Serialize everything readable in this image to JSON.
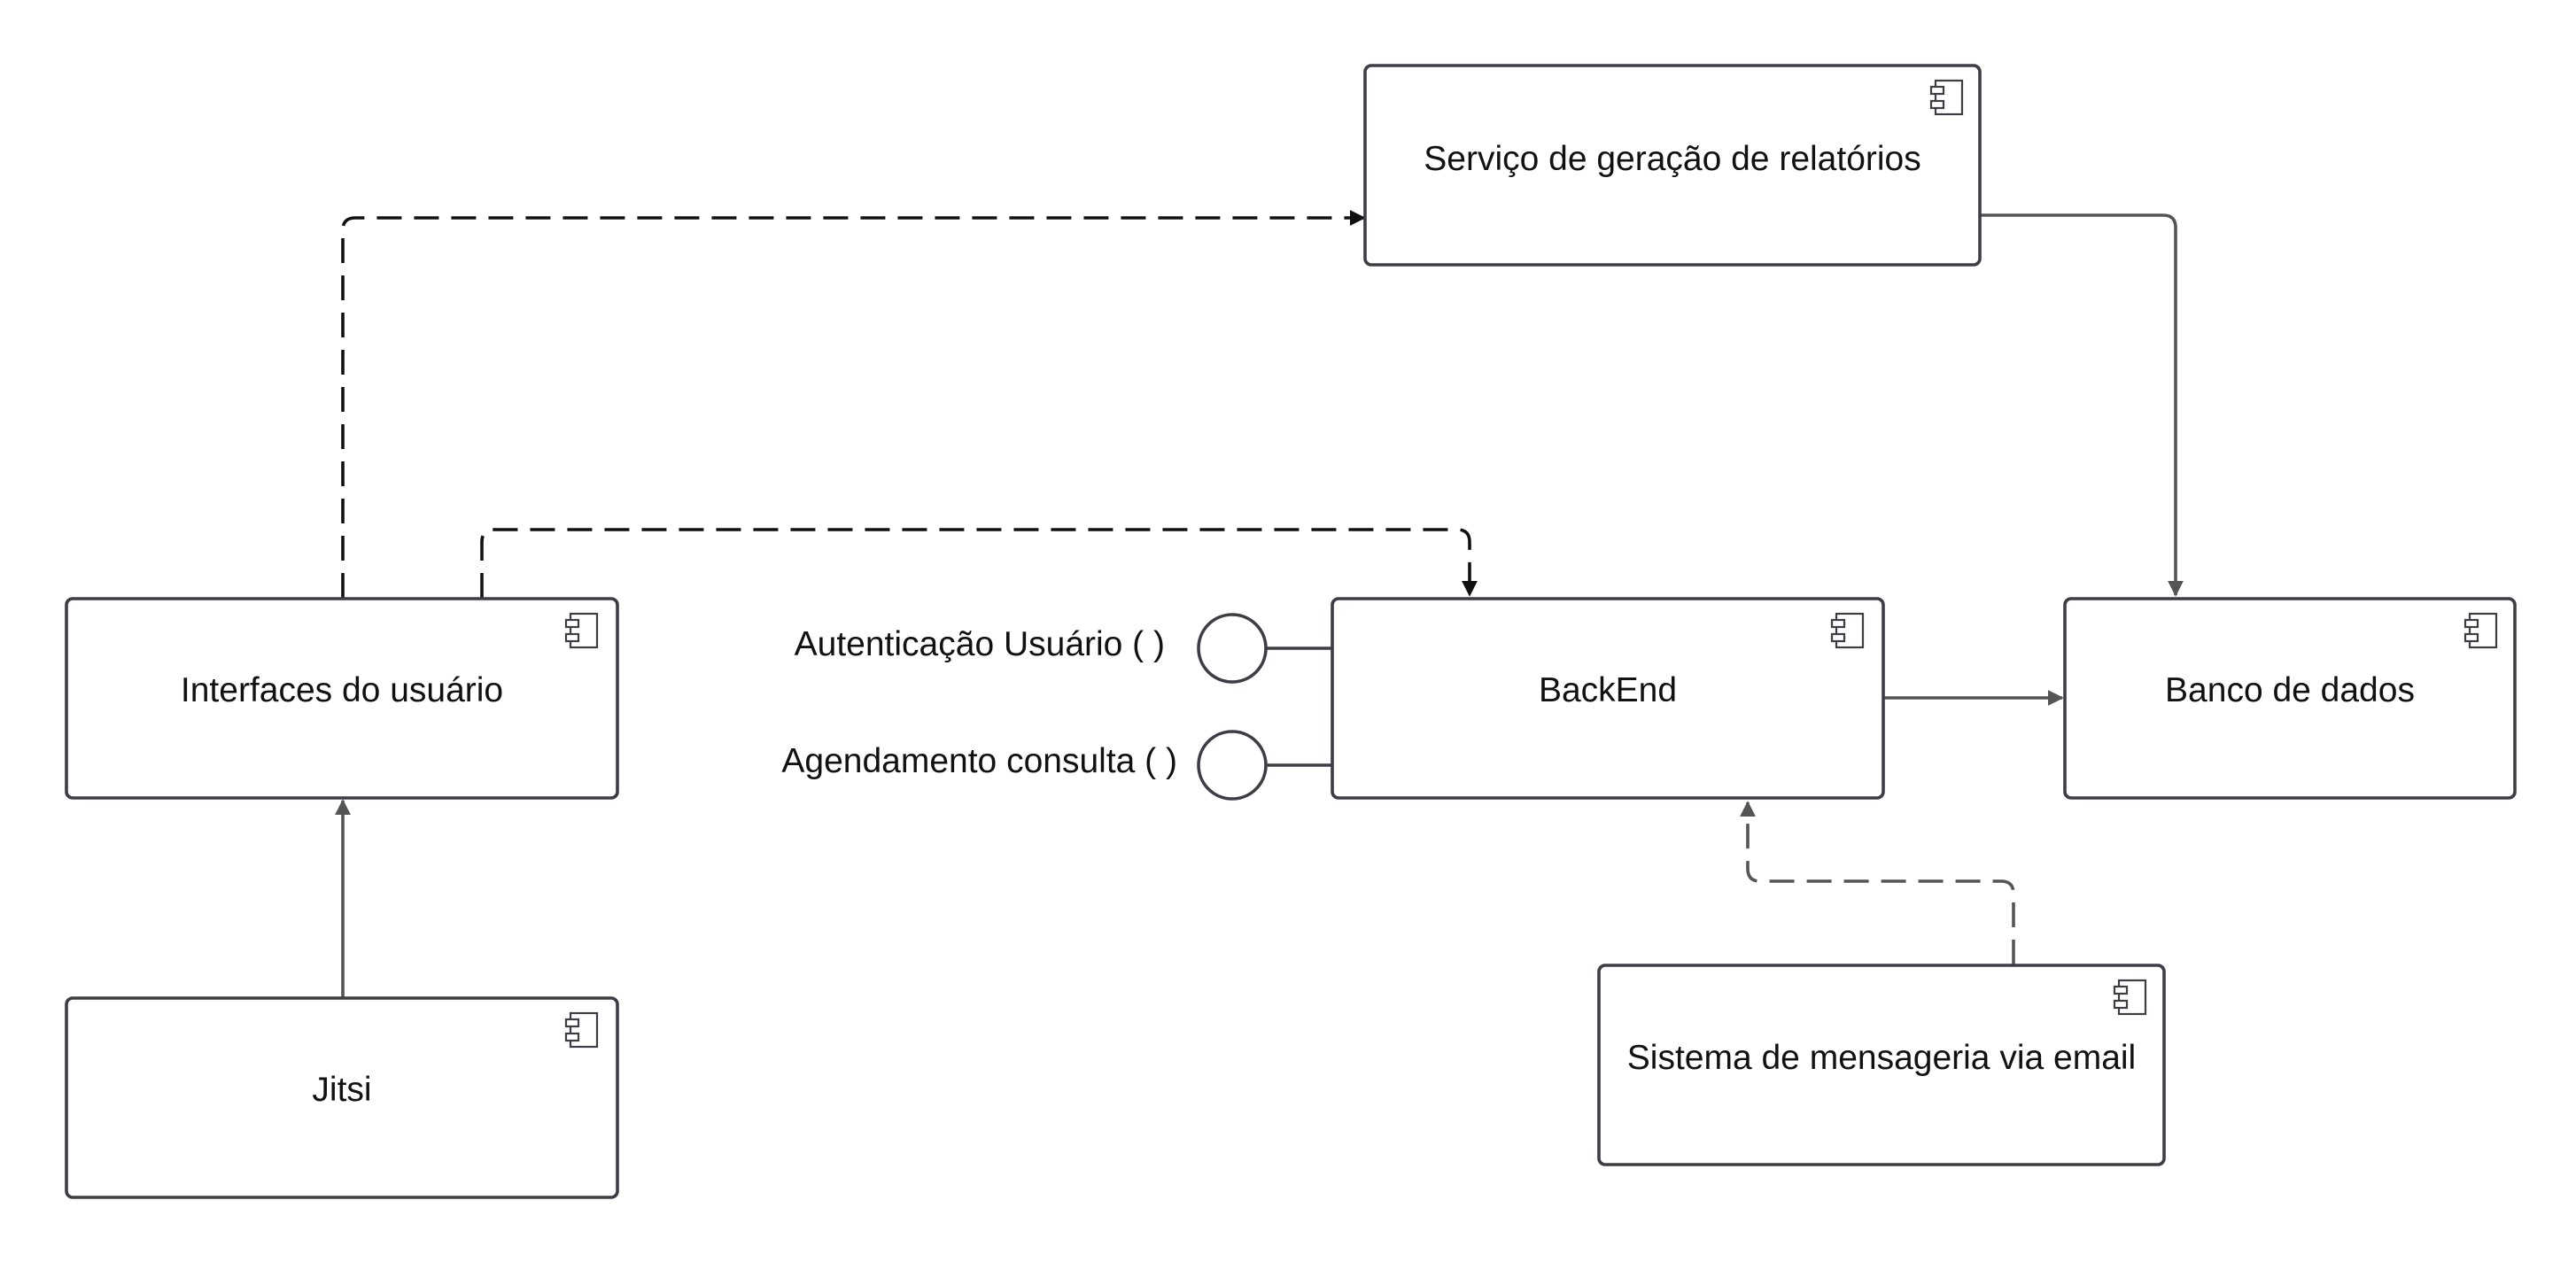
{
  "diagram": {
    "type": "uml-component-diagram",
    "colors": {
      "box_stroke": "#3d3d45",
      "dashed_connector": "#111111",
      "solid_connector": "#555555",
      "text": "#111111",
      "background": "#ffffff"
    },
    "components": {
      "relatorios": {
        "label": "Serviço de geração de relatórios",
        "icon": "component-icon"
      },
      "interfaces": {
        "label": "Interfaces do usuário",
        "icon": "component-icon"
      },
      "backend": {
        "label": "BackEnd",
        "icon": "component-icon"
      },
      "banco": {
        "label": "Banco de dados",
        "icon": "component-icon"
      },
      "jitsi": {
        "label": "Jitsi",
        "icon": "component-icon"
      },
      "email": {
        "label": "Sistema de mensageria via email",
        "icon": "component-icon"
      }
    },
    "interfaces": {
      "autenticacao": {
        "label": "Autenticação Usuário ( )",
        "icon": "provided-interface-lollipop"
      },
      "agendamento": {
        "label": "Agendamento consulta ( )",
        "icon": "provided-interface-lollipop"
      }
    },
    "connections": [
      {
        "from": "Interfaces do usuário",
        "to": "Serviço de geração de relatórios",
        "style": "dashed"
      },
      {
        "from": "Interfaces do usuário",
        "to": "BackEnd",
        "style": "dashed"
      },
      {
        "from": "Serviço de geração de relatórios",
        "to": "Banco de dados",
        "style": "solid"
      },
      {
        "from": "BackEnd",
        "to": "Banco de dados",
        "style": "solid"
      },
      {
        "from": "Jitsi",
        "to": "Interfaces do usuário",
        "style": "solid"
      },
      {
        "from": "Sistema de mensageria via email",
        "to": "BackEnd",
        "style": "dashed"
      }
    ]
  }
}
